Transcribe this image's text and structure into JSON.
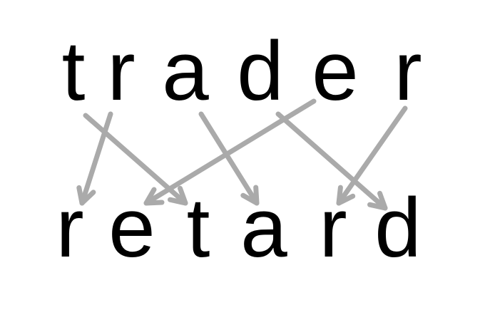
{
  "source_word": {
    "letters": [
      "t",
      "r",
      "a",
      "d",
      "e",
      "r"
    ]
  },
  "target_word": {
    "letters": [
      "r",
      "e",
      "t",
      "a",
      "r",
      "d"
    ]
  },
  "mapping": [
    {
      "from": 0,
      "to": 2
    },
    {
      "from": 1,
      "to": 0
    },
    {
      "from": 2,
      "to": 3
    },
    {
      "from": 3,
      "to": 5
    },
    {
      "from": 4,
      "to": 1
    },
    {
      "from": 5,
      "to": 4
    }
  ],
  "colors": {
    "text": "#000000",
    "arrow": "#aaaaaa",
    "background": "#ffffff"
  }
}
